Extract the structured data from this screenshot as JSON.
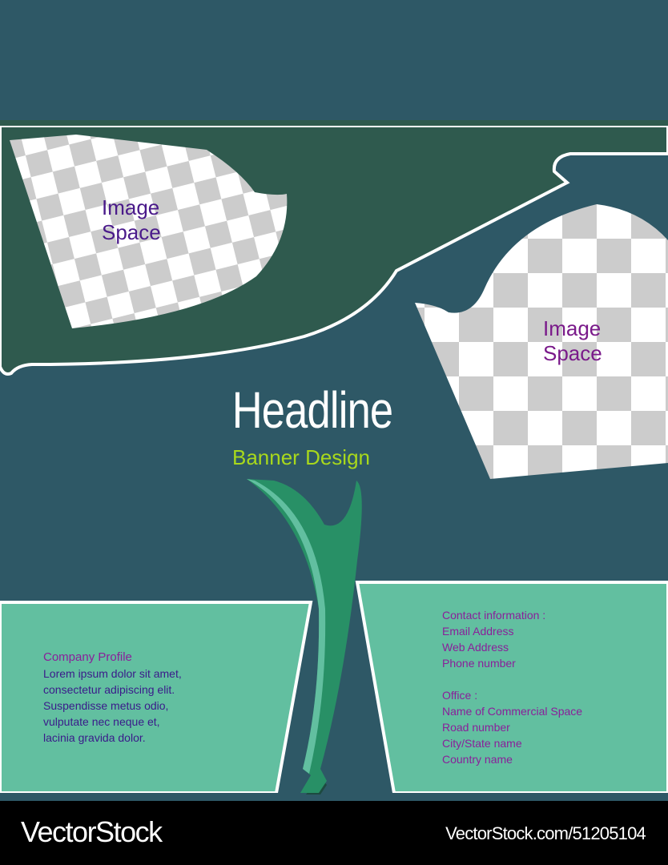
{
  "colors": {
    "background": "#2e5866",
    "top_green": "#2f5a4e",
    "panel": "#62bfa0",
    "swoosh": "#289066",
    "image_label_left": "#4a1a8a",
    "image_label_right": "#7a1a8a",
    "headline": "#ffffff",
    "subheadline": "#a8d81c",
    "contact_text": "#8a1f9a",
    "body_text": "#3a1a8a"
  },
  "image_placeholders": [
    {
      "line1": "Image",
      "line2": "Space"
    },
    {
      "line1": "Image",
      "line2": "Space"
    }
  ],
  "headline": "Headline",
  "subheadline": "Banner Design",
  "company_profile": {
    "title": "Company Profile",
    "lines": [
      "Lorem ipsum dolor sit amet,",
      "consectetur adipiscing elit.",
      "Suspendisse metus odio,",
      "vulputate nec neque et,",
      "lacinia gravida dolor."
    ]
  },
  "contact": {
    "title": "Contact information :",
    "lines": [
      "Email Address",
      "Web Address",
      "Phone number"
    ],
    "office_title": "Office :",
    "office_lines": [
      "Name of Commercial Space",
      "Road number",
      "City/State name",
      "Country name"
    ]
  },
  "footer": {
    "logo": "VectorStock",
    "url": "VectorStock.com/51205104"
  }
}
